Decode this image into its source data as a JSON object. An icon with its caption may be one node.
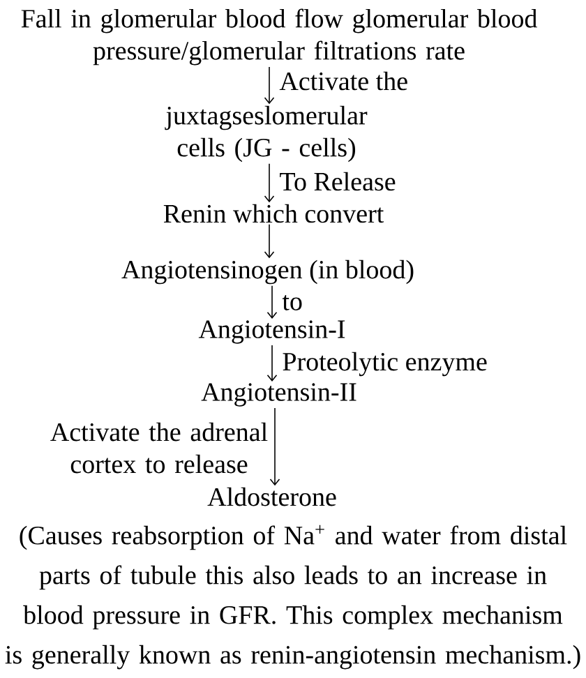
{
  "diagram": {
    "nodes": [
      {
        "text": [
          "Fall in glomerular blood flow glomerular blood pressure/glomerular filtrations rate"
        ]
      },
      {
        "text": [
          "juxtagseslomerular cells (JG - cells)"
        ]
      },
      {
        "text": [
          "Renin which convert"
        ]
      },
      {
        "text": [
          "Angiotensinogen (in blood)"
        ]
      },
      {
        "text": [
          "Angiotensin-I"
        ]
      },
      {
        "text": [
          "Angiotensin-II"
        ]
      },
      {
        "text": [
          "Aldosterone"
        ],
        "beside": [
          "(Causes reabsorption of Na$^{+}$ and water from distal parts of tubule this also leads to an increase in blood pressure in GFR. This complex mechanism is generally known as renin-angiotensin mechanism.)"
        ]
      }
    ],
    "edges": [
      {
        "from": 0,
        "to": 1,
        "arrow": "to",
        "label": "Activate the"
      },
      {
        "from": 1,
        "to": 2,
        "arrow": "to",
        "label": "To Release"
      },
      {
        "from": 2,
        "to": 3,
        "arrow": "to"
      },
      {
        "from": 3,
        "to": 4,
        "arrow": "to",
        "label": "to"
      },
      {
        "from": 4,
        "to": 5,
        "arrow": "to",
        "label": "Proteolytic enzyme"
      },
      {
        "from": 5,
        "to": 6,
        "arrow": "to",
        "label": "Activate the adrenal cortex to release"
      }
    ]
  }
}
